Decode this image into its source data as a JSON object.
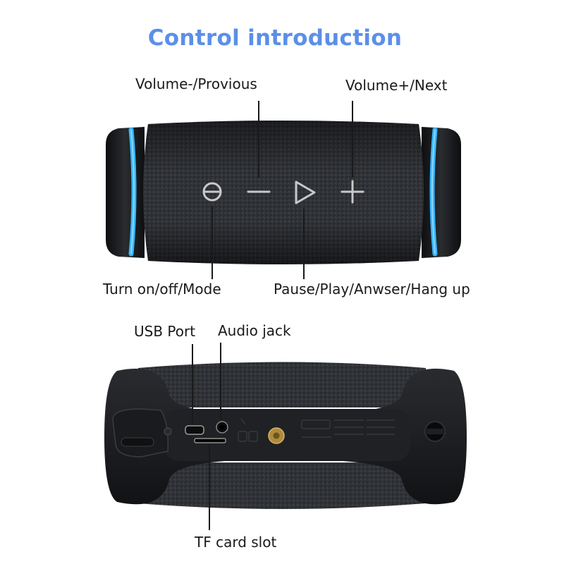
{
  "title": "Control introduction",
  "labels": {
    "volume_minus": "Volume-/Provious",
    "volume_plus": "Volume+/Next",
    "power": "Turn on/off/Mode",
    "play": "Pause/Play/Anwser/Hang up",
    "usb": "USB Port",
    "audio": "Audio jack",
    "tf": "TF card slot"
  },
  "colors": {
    "title": "#5b8fe8",
    "led": "#35b6ff",
    "body": "#1c1d21",
    "fabric": "#2e3034"
  },
  "icons": [
    "power-mode-icon",
    "minus-icon",
    "play-icon",
    "plus-icon"
  ]
}
